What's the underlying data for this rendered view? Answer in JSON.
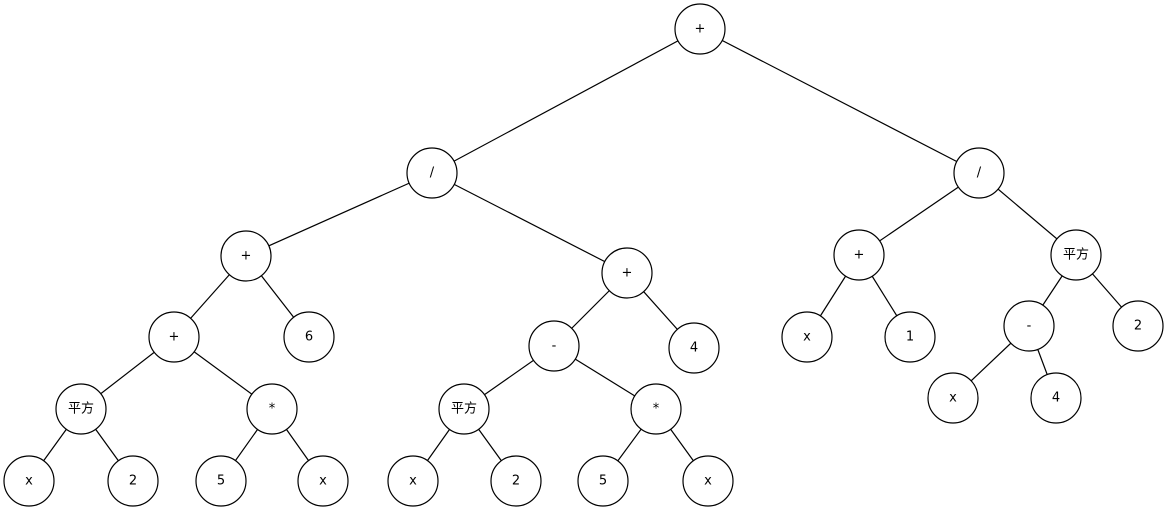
{
  "tree": {
    "nodes": [
      {
        "id": "n0",
        "label": "+"
      },
      {
        "id": "n1",
        "label": "/"
      },
      {
        "id": "n2",
        "label": "/"
      },
      {
        "id": "n3",
        "label": "+"
      },
      {
        "id": "n4",
        "label": "+"
      },
      {
        "id": "n5",
        "label": "+"
      },
      {
        "id": "n6",
        "label": "6"
      },
      {
        "id": "n7",
        "label": "平方"
      },
      {
        "id": "n8",
        "label": "*"
      },
      {
        "id": "n9",
        "label": "x"
      },
      {
        "id": "n10",
        "label": "2"
      },
      {
        "id": "n11",
        "label": "5"
      },
      {
        "id": "n12",
        "label": "x"
      },
      {
        "id": "n13",
        "label": "-"
      },
      {
        "id": "n14",
        "label": "4"
      },
      {
        "id": "n15",
        "label": "平方"
      },
      {
        "id": "n16",
        "label": "*"
      },
      {
        "id": "n17",
        "label": "x"
      },
      {
        "id": "n18",
        "label": "2"
      },
      {
        "id": "n19",
        "label": "5"
      },
      {
        "id": "n20",
        "label": "x"
      },
      {
        "id": "n21",
        "label": "+"
      },
      {
        "id": "n22",
        "label": "平方"
      },
      {
        "id": "n23",
        "label": "x"
      },
      {
        "id": "n24",
        "label": "1"
      },
      {
        "id": "n25",
        "label": "-"
      },
      {
        "id": "n26",
        "label": "2"
      },
      {
        "id": "n27",
        "label": "x"
      },
      {
        "id": "n28",
        "label": "4"
      }
    ],
    "edges": [
      [
        "n0",
        "n1"
      ],
      [
        "n0",
        "n2"
      ],
      [
        "n1",
        "n3"
      ],
      [
        "n1",
        "n4"
      ],
      [
        "n3",
        "n5"
      ],
      [
        "n3",
        "n6"
      ],
      [
        "n5",
        "n7"
      ],
      [
        "n5",
        "n8"
      ],
      [
        "n7",
        "n9"
      ],
      [
        "n7",
        "n10"
      ],
      [
        "n8",
        "n11"
      ],
      [
        "n8",
        "n12"
      ],
      [
        "n4",
        "n13"
      ],
      [
        "n4",
        "n14"
      ],
      [
        "n13",
        "n15"
      ],
      [
        "n13",
        "n16"
      ],
      [
        "n15",
        "n17"
      ],
      [
        "n15",
        "n18"
      ],
      [
        "n16",
        "n19"
      ],
      [
        "n16",
        "n20"
      ],
      [
        "n2",
        "n21"
      ],
      [
        "n2",
        "n22"
      ],
      [
        "n21",
        "n23"
      ],
      [
        "n21",
        "n24"
      ],
      [
        "n22",
        "n25"
      ],
      [
        "n22",
        "n26"
      ],
      [
        "n25",
        "n27"
      ],
      [
        "n25",
        "n28"
      ]
    ]
  }
}
